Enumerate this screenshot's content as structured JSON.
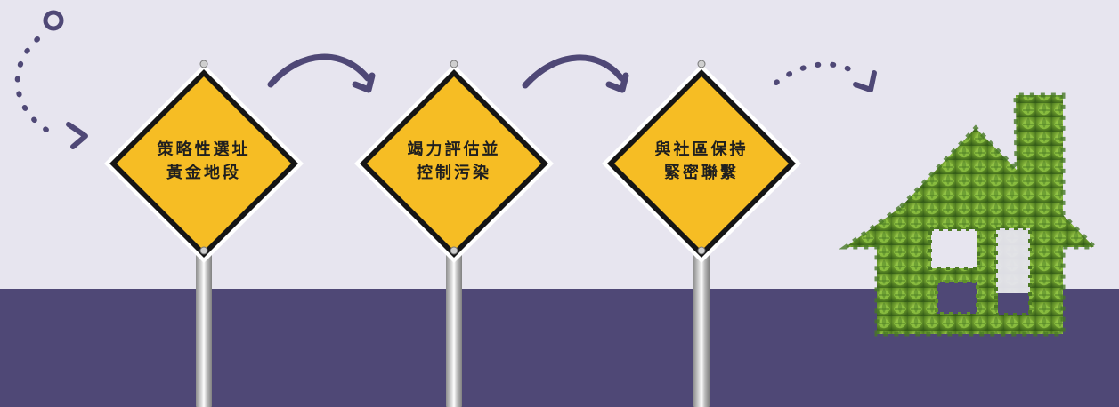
{
  "signs": [
    {
      "line1": "策略性選址",
      "line2": "黃金地段"
    },
    {
      "line1": "竭力評估並",
      "line2": "控制污染"
    },
    {
      "line1": "與社區保持",
      "line2": "緊密聯繫"
    }
  ],
  "colors": {
    "background_top": "#e7e5ef",
    "band": "#4f4876",
    "arrow": "#4f4876",
    "sign_yellow": "#f6bd24",
    "sign_border": "#151515",
    "house_green": "#6f9f2e"
  },
  "icons": {
    "start": "start-circle-icon",
    "flow": "arrow-icon",
    "house": "leaf-house-icon"
  }
}
